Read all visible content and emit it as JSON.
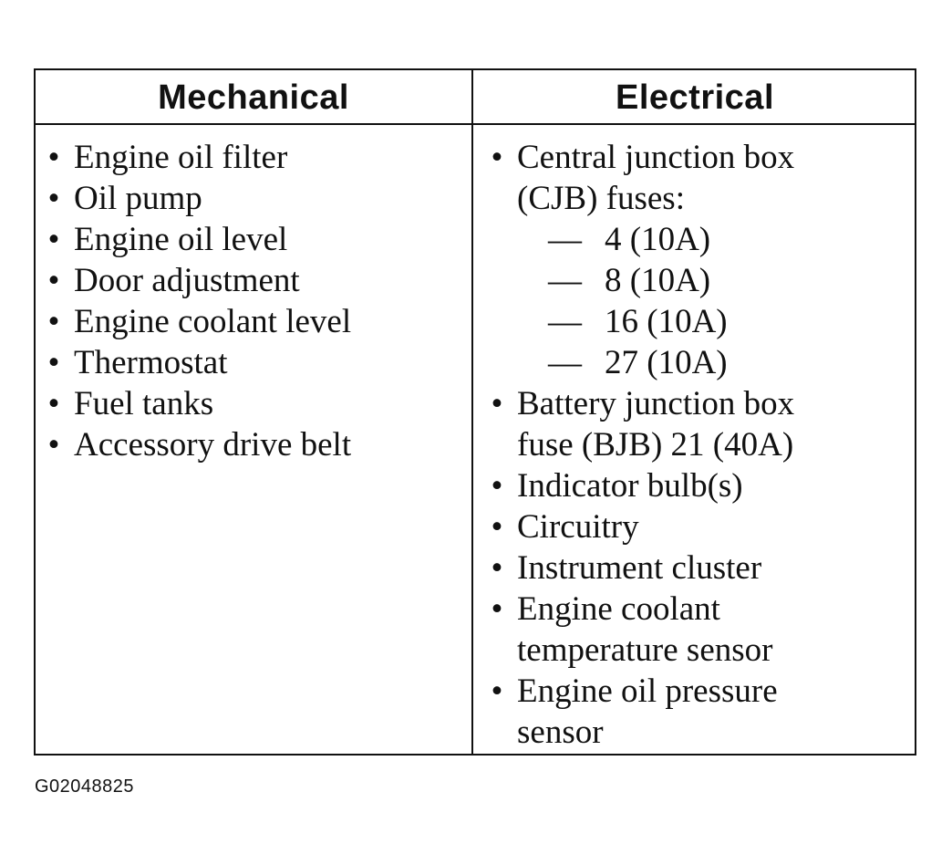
{
  "table": {
    "headers": {
      "mechanical": "Mechanical",
      "electrical": "Electrical"
    },
    "mechanical_items": [
      "Engine oil filter",
      "Oil pump",
      "Engine oil level",
      "Door adjustment",
      "Engine coolant level",
      "Thermostat",
      "Fuel tanks",
      "Accessory drive belt"
    ],
    "electrical_items": {
      "cjb": {
        "line1": "Central junction box",
        "line2": "(CJB) fuses:",
        "fuses": [
          "4 (10A)",
          "8 (10A)",
          "16 (10A)",
          "27 (10A)"
        ]
      },
      "bjb": {
        "line1": "Battery junction box",
        "line2": "fuse (BJB) 21 (40A)"
      },
      "indicator": "Indicator bulb(s)",
      "circuitry": "Circuitry",
      "cluster": "Instrument cluster",
      "coolant_sensor": {
        "line1": "Engine coolant",
        "line2": "temperature sensor"
      },
      "oil_sensor": {
        "line1": "Engine oil pressure",
        "line2": "sensor"
      }
    },
    "bullet_glyph": "•",
    "dash_glyph": "—"
  },
  "figure_id": "G02048825"
}
